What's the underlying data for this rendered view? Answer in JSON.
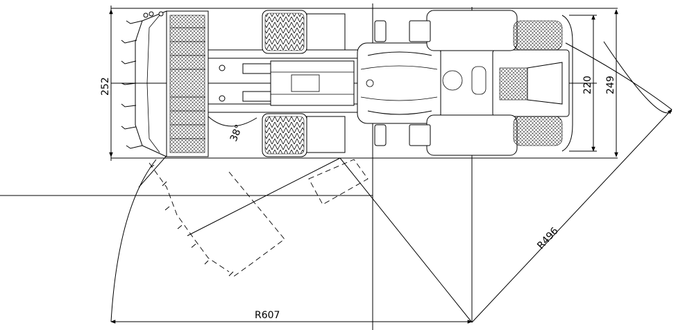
{
  "dimensions": {
    "width_left": "252",
    "width_right_inner": "220",
    "width_right_outer": "249",
    "angle": "38°",
    "radius_inner": "R496",
    "radius_outer": "R607"
  }
}
